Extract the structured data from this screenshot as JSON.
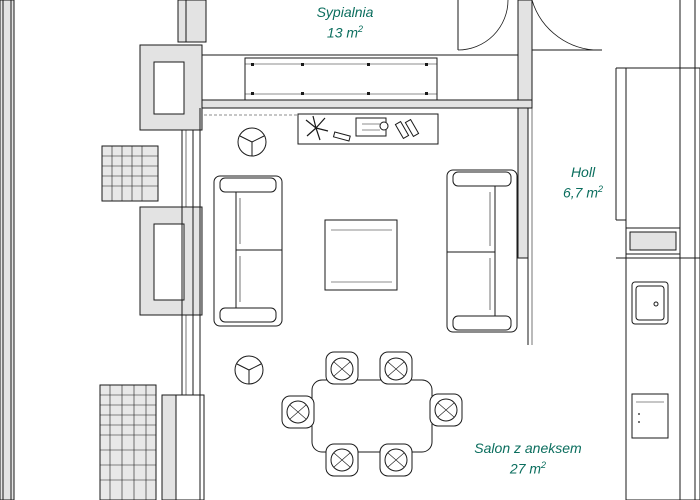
{
  "rooms": {
    "sypialnia": {
      "name": "Sypialnia",
      "area": "13 m",
      "unit_exp": "2"
    },
    "holl": {
      "name": "Holl",
      "area": "6,7 m",
      "unit_exp": "2"
    },
    "salon": {
      "name": "Salon z aneksem",
      "area": "27 m",
      "unit_exp": "2"
    }
  },
  "colors": {
    "label_text": "#0b6e5e",
    "wall_fill": "#e3e3e3",
    "line": "#1a1a1a",
    "dark_window": "#3a3a3a"
  },
  "icons": [
    "floor-lamp-icon",
    "sofa-icon",
    "armchair-icon",
    "dining-chair-icon",
    "sink-icon",
    "plant-icon"
  ]
}
